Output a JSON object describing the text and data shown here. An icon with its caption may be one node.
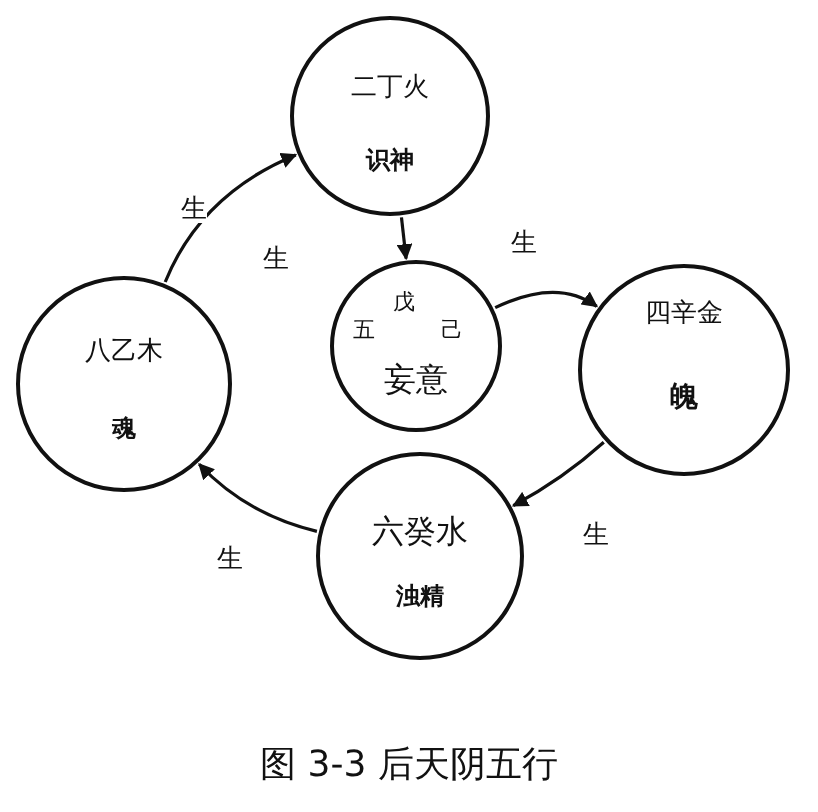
{
  "diagram": {
    "caption": "图 3-3 后天阴五行",
    "nodes": [
      {
        "text": [
          "二丁火",
          "识神"
        ]
      },
      {
        "text": [
          "八乙木",
          "魂"
        ]
      },
      {
        "text": [
          "戊",
          "五",
          "己",
          "妄意"
        ]
      },
      {
        "text": [
          "四辛金",
          "魄"
        ]
      },
      {
        "text": [
          "六癸水",
          "浊精"
        ]
      }
    ],
    "edges": [
      {
        "from": 1,
        "to": 0,
        "arrow": "to",
        "label": "生"
      },
      {
        "from": 0,
        "to": 2,
        "arrow": "to",
        "label": "生"
      },
      {
        "from": 2,
        "to": 3,
        "arrow": "to",
        "label": "生"
      },
      {
        "from": 3,
        "to": 4,
        "arrow": "to",
        "label": "生"
      },
      {
        "from": 4,
        "to": 1,
        "arrow": "to",
        "label": "生"
      }
    ]
  }
}
